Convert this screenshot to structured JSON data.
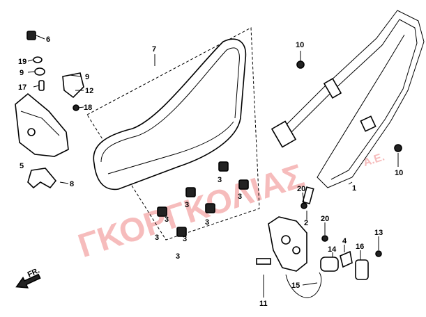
{
  "watermark": {
    "text": "ΓΚΟΡΓΚΟΛΙΑΣ",
    "suffix": "Α.Ε.",
    "color": "#f4a6a6"
  },
  "direction": {
    "label": "FR."
  },
  "labels": [
    "6",
    "19",
    "9",
    "17",
    "9",
    "12",
    "18",
    "5",
    "8",
    "7",
    "3",
    "3",
    "3",
    "3",
    "3",
    "3",
    "3",
    "3",
    "10",
    "10",
    "1",
    "20",
    "2",
    "20",
    "4",
    "14",
    "16",
    "13",
    "11",
    "15"
  ],
  "colors": {
    "line": "#000000",
    "background": "#ffffff"
  }
}
